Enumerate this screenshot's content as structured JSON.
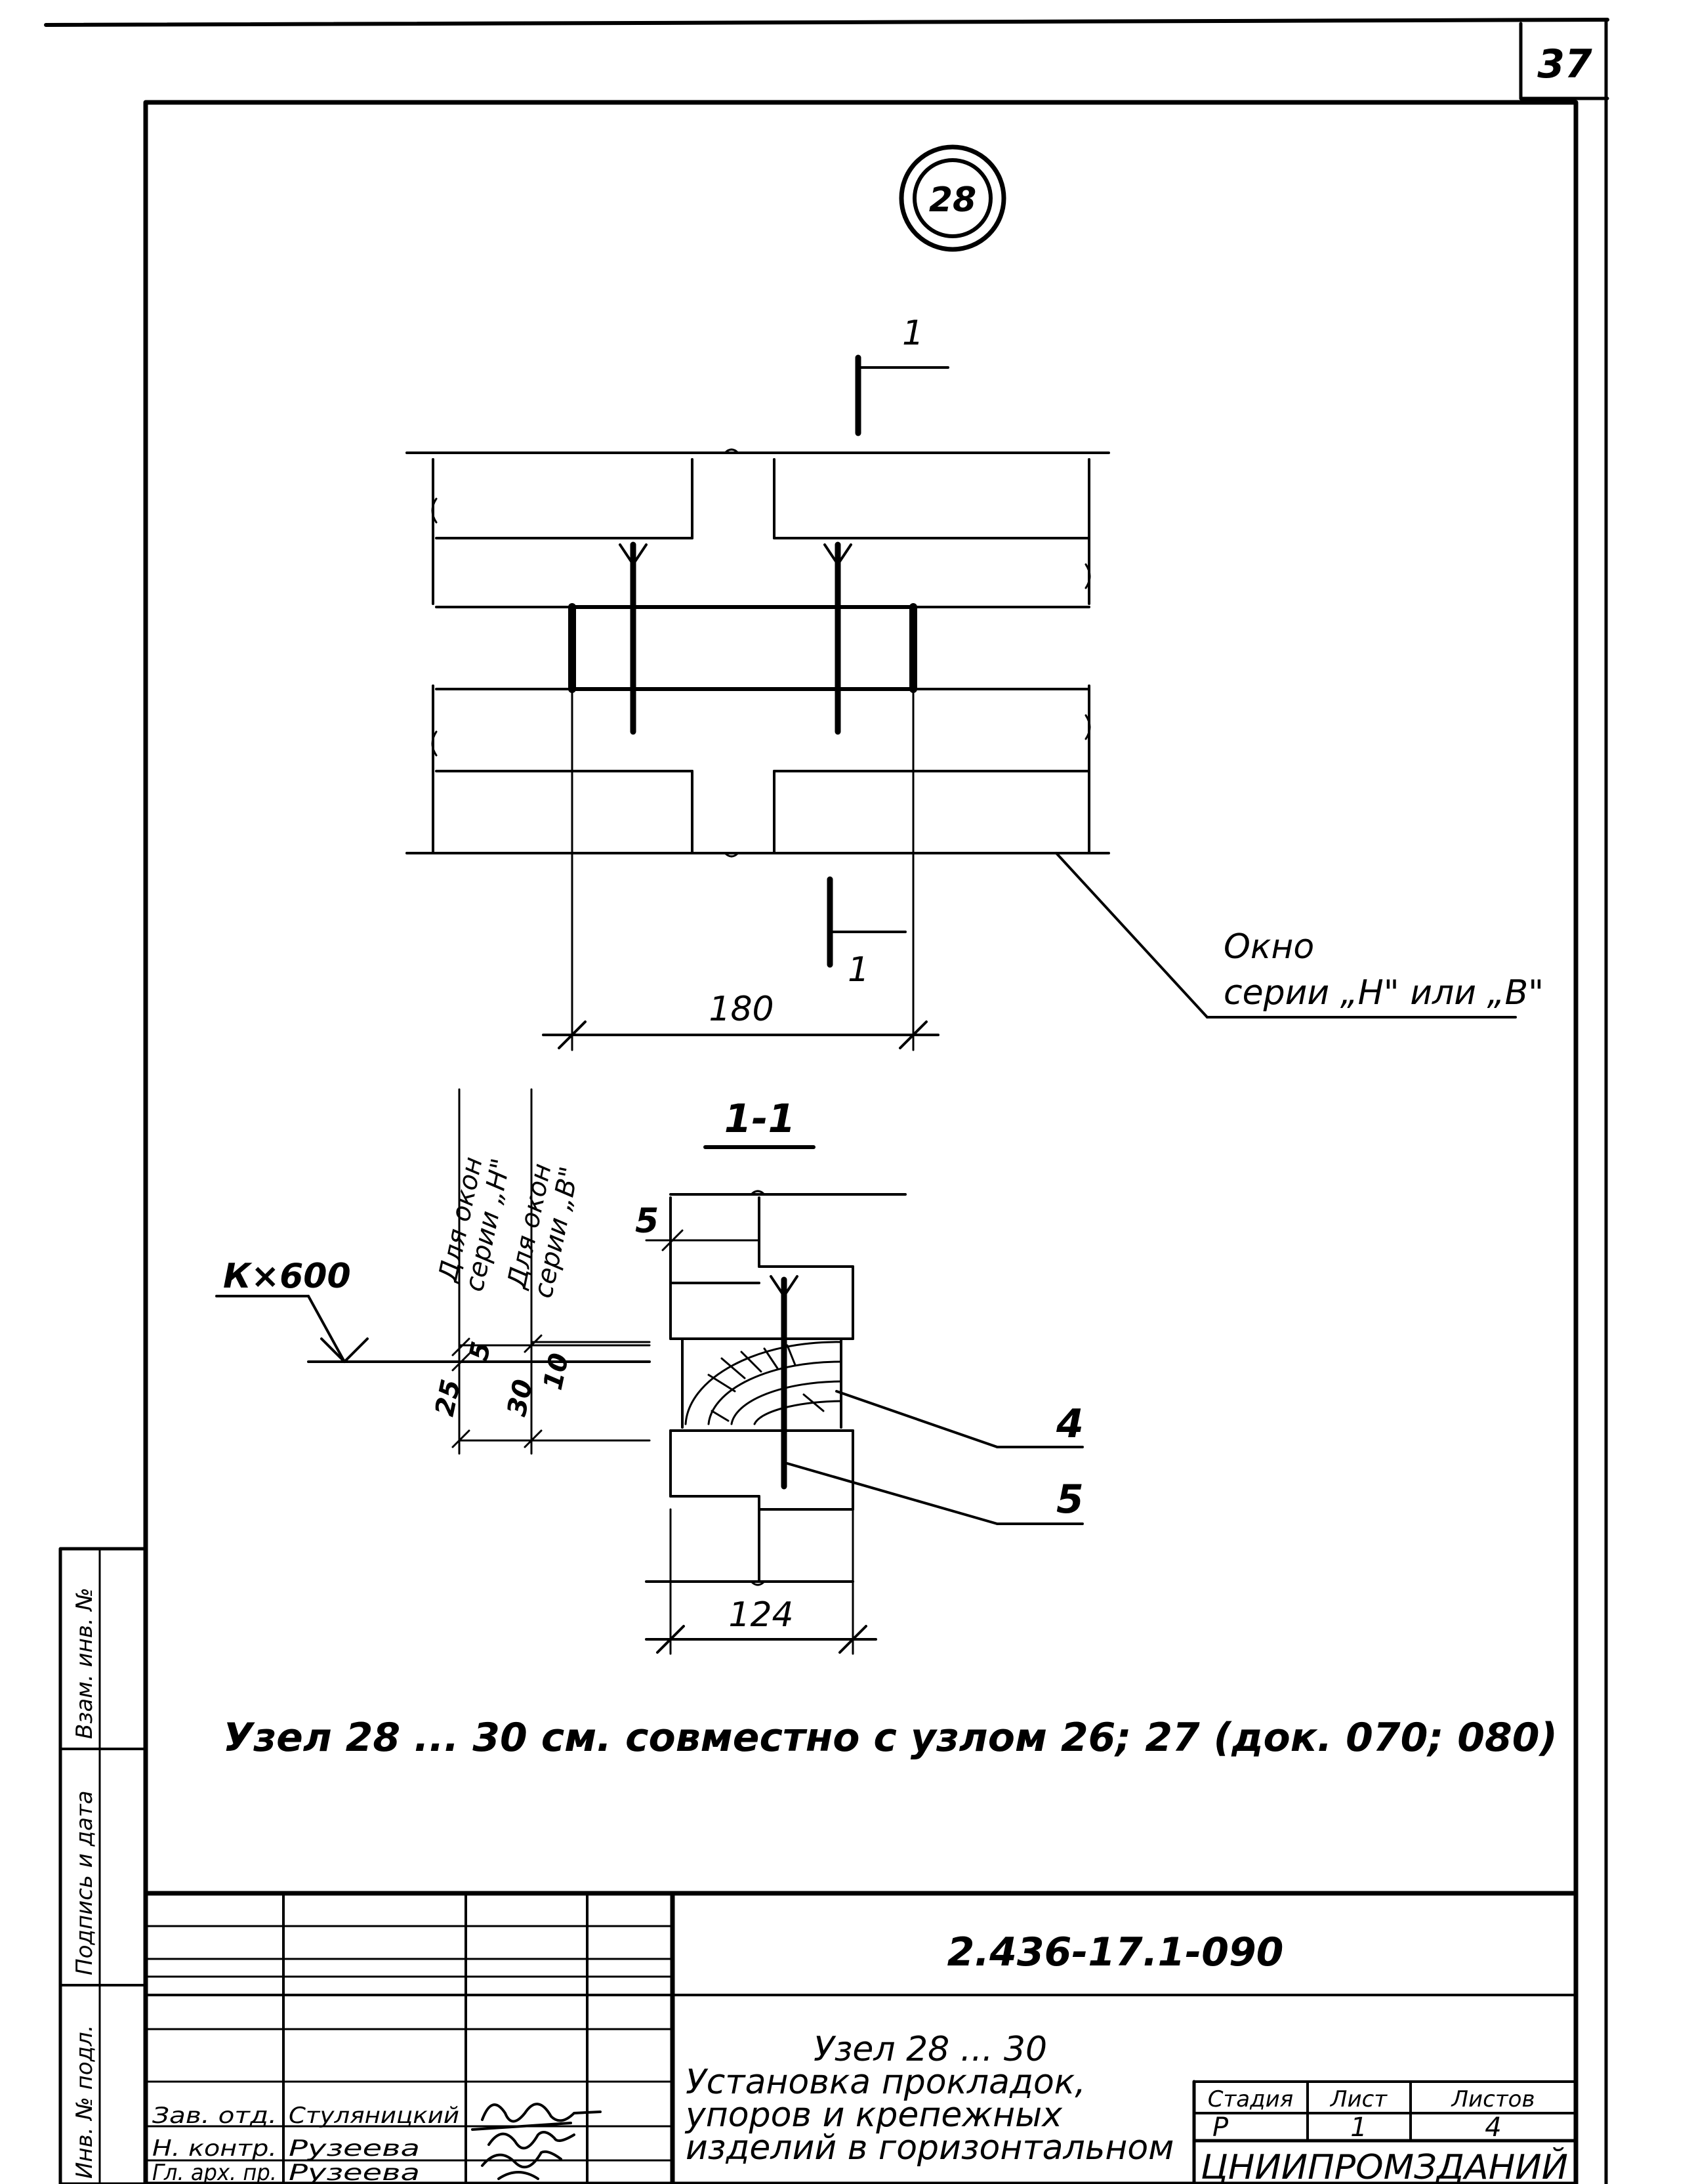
{
  "sheet": {
    "page_number": "37",
    "node_badge": "28",
    "section_mark": "1",
    "section_title": "1-1"
  },
  "plan_view": {
    "dimension": "180",
    "callout_label_line1": "Окно",
    "callout_label_line2": "серии „Н\" или „В\""
  },
  "section_view": {
    "elevation_label": "К×600",
    "label_h_line1": "Для окон",
    "label_h_line2": "серии „Н\"",
    "label_b_line1": "Для окон",
    "label_b_line2": "серии „В\"",
    "dim_5_top": "5",
    "dim_5_small": "5",
    "dim_25": "25",
    "dim_30": "30",
    "dim_10": "10",
    "dim_124": "124",
    "callout_4": "4",
    "callout_5": "5"
  },
  "note": "Узел 28 ... 30 см. совместно с узлом 26; 27 (док. 070; 080)",
  "margin_stamp": {
    "field_1": "Взам. инв. №",
    "field_2": "Подпись и дата",
    "field_3": "Инв. № подл."
  },
  "title_block": {
    "document_code": "2.436-17.1-090",
    "title_line1": "Узел 28 ... 30",
    "title_line2": "Установка прокладок,",
    "title_line3": "упоров и крепежных",
    "title_line4": "изделий в горизонтальном",
    "stage_header": "Стадия",
    "sheet_header": "Лист",
    "sheets_header": "Листов",
    "stage_value": "Р",
    "sheet_value": "1",
    "sheets_value": "4",
    "organization": "ЦНИИПРОМЗДАНИЙ",
    "signatures": [
      {
        "role": "Зав. отд.",
        "name": "Стуляницкий"
      },
      {
        "role": "Н. контр.",
        "name": "Рузеева"
      },
      {
        "role": "Гл. арх. пр.",
        "name": "Рузеева"
      }
    ]
  }
}
